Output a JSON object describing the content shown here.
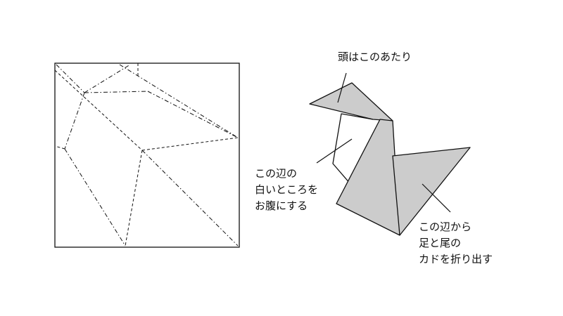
{
  "labels": {
    "head": {
      "lines": [
        "頭はこのあたり"
      ]
    },
    "belly": {
      "lines": [
        "この辺の",
        "白いところを",
        "お腹にする"
      ]
    },
    "legs_tail": {
      "lines": [
        "この辺から",
        "足と尾の",
        "カドを折り出す"
      ]
    }
  },
  "colors": {
    "stroke": "#111111",
    "fill_gray": "#cccccc",
    "background": "#ffffff"
  }
}
